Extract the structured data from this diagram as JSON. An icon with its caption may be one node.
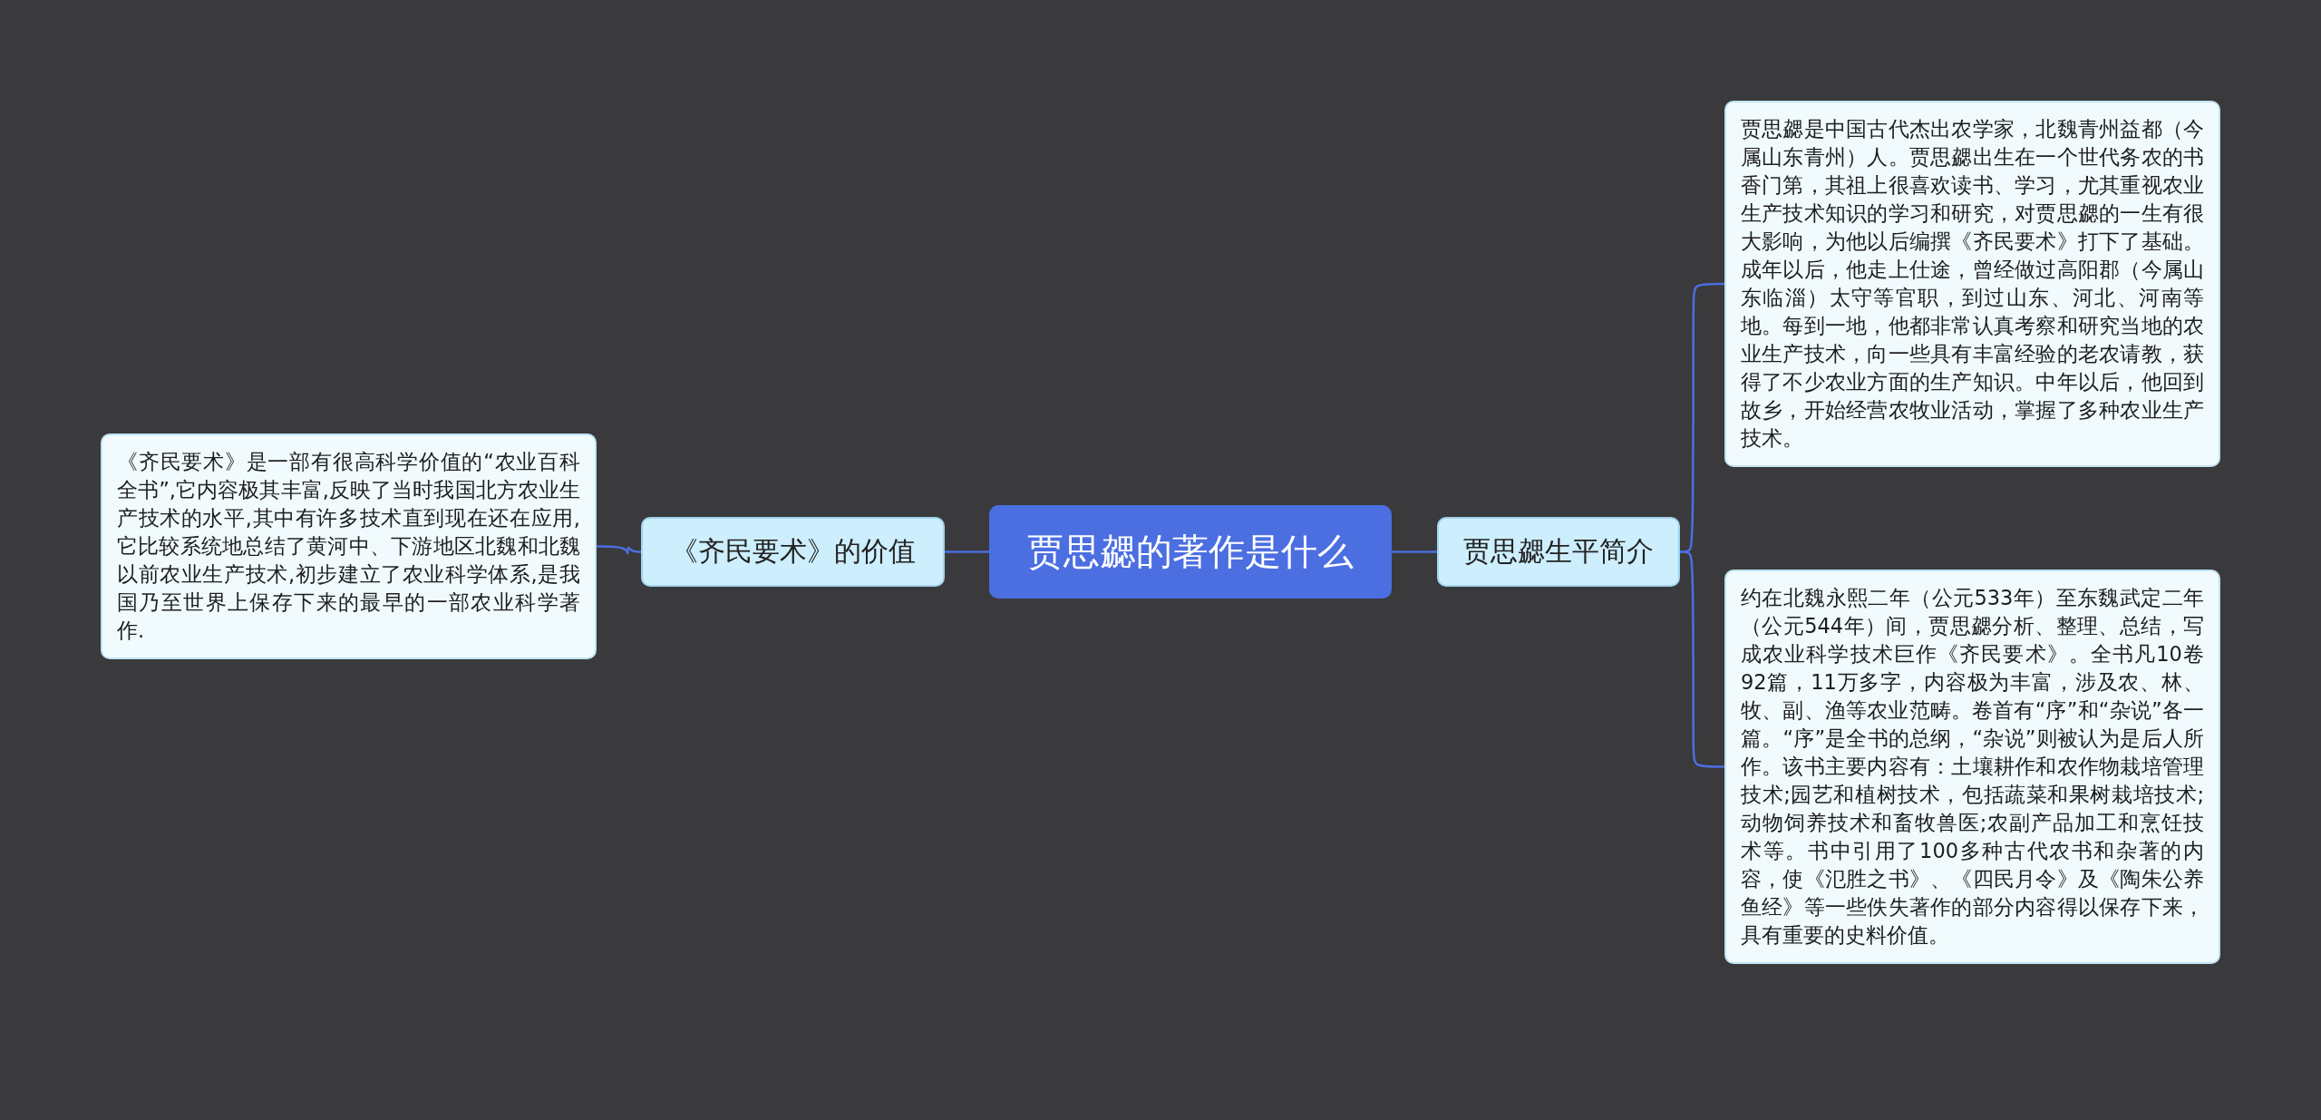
{
  "diagram": {
    "nodes": [
      {
        "text": [
          "贾思勰的著作是什么"
        ]
      },
      {
        "text": [
          "《齐民要术》的价值"
        ]
      },
      {
        "text": [
          "《齐民要术》是一部有很高科学价值的“农业百科全书”,它内容极其丰富,反映了当时我国北方农业生产技术的水平,其中有许多技术直到现在还在应用,它比较系统地总结了黄河中、下游地区北魏和北魏以前农业生产技术,初步建立了农业科学体系,是我国乃至世界上保存下来的最早的一部农业科学著作."
        ]
      },
      {
        "text": [
          "贾思勰生平简介"
        ]
      },
      {
        "text": [
          "贾思勰是中国古代杰出农学家，北魏青州益都（今属山东青州）人。贾思勰出生在一个世代务农的书香门第，其祖上很喜欢读书、学习，尤其重视农业生产技术知识的学习和研究，对贾思勰的一生有很大影响，为他以后编撰《齐民要术》打下了基础。成年以后，他走上仕途，曾经做过高阳郡（今属山东临淄）太守等官职，到过山东、河北、河南等地。每到一地，他都非常认真考察和研究当地的农业生产技术，向一些具有丰富经验的老农请教，获得了不少农业方面的生产知识。中年以后，他回到故乡，开始经营农牧业活动，掌握了多种农业生产技术。"
        ]
      },
      {
        "text": [
          "约在北魏永熙二年（公元533年）至东魏武定二年（公元544年）间，贾思勰分析、整理、总结，写成农业科学技术巨作《齐民要术》。全书凡10卷92篇，11万多字，内容极为丰富，涉及农、林、牧、副、渔等农业范畴。卷首有“序”和“杂说”各一篇。“序”是全书的总纲，“杂说”则被认为是后人所作。该书主要内容有：土壤耕作和农作物栽培管理技术;园艺和植树技术，包括蔬菜和果树栽培技术;动物饲养技术和畜牧兽医;农副产品加工和烹饪技术等。书中引用了100多种古代农书和杂著的内容，使《氾胜之书》、《四民月令》及《陶朱公养鱼经》等一些佚失著作的部分内容得以保存下来，具有重要的史料价值。"
        ]
      }
    ],
    "edges": [
      {
        "from": 0,
        "to": 1,
        "arrow": "none"
      },
      {
        "from": 1,
        "to": 2,
        "arrow": "none"
      },
      {
        "from": 0,
        "to": 3,
        "arrow": "none"
      },
      {
        "from": 3,
        "to": 4,
        "arrow": "none"
      },
      {
        "from": 3,
        "to": 5,
        "arrow": "none"
      }
    ]
  }
}
